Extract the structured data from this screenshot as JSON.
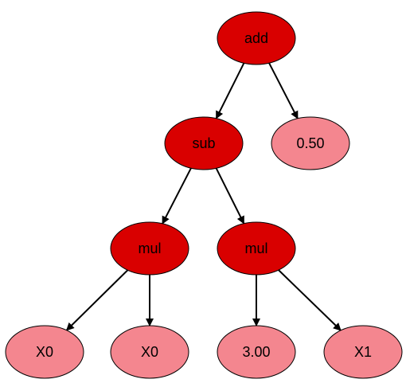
{
  "colors": {
    "operator_fill": "#d90000",
    "leaf_fill": "#f4868f",
    "outline": "#000000",
    "edge": "#000000"
  },
  "nodes": {
    "root": {
      "label": "add",
      "kind": "operator"
    },
    "sub": {
      "label": "sub",
      "kind": "operator"
    },
    "const_050": {
      "label": "0.50",
      "kind": "leaf"
    },
    "mul_left": {
      "label": "mul",
      "kind": "operator"
    },
    "mul_right": {
      "label": "mul",
      "kind": "operator"
    },
    "leaf_x0_a": {
      "label": "X0",
      "kind": "leaf"
    },
    "leaf_x0_b": {
      "label": "X0",
      "kind": "leaf"
    },
    "const_300": {
      "label": "3.00",
      "kind": "leaf"
    },
    "leaf_x1": {
      "label": "X1",
      "kind": "leaf"
    }
  },
  "edges": [
    [
      "root",
      "sub"
    ],
    [
      "root",
      "const_050"
    ],
    [
      "sub",
      "mul_left"
    ],
    [
      "sub",
      "mul_right"
    ],
    [
      "mul_left",
      "leaf_x0_a"
    ],
    [
      "mul_left",
      "leaf_x0_b"
    ],
    [
      "mul_right",
      "const_300"
    ],
    [
      "mul_right",
      "leaf_x1"
    ]
  ]
}
